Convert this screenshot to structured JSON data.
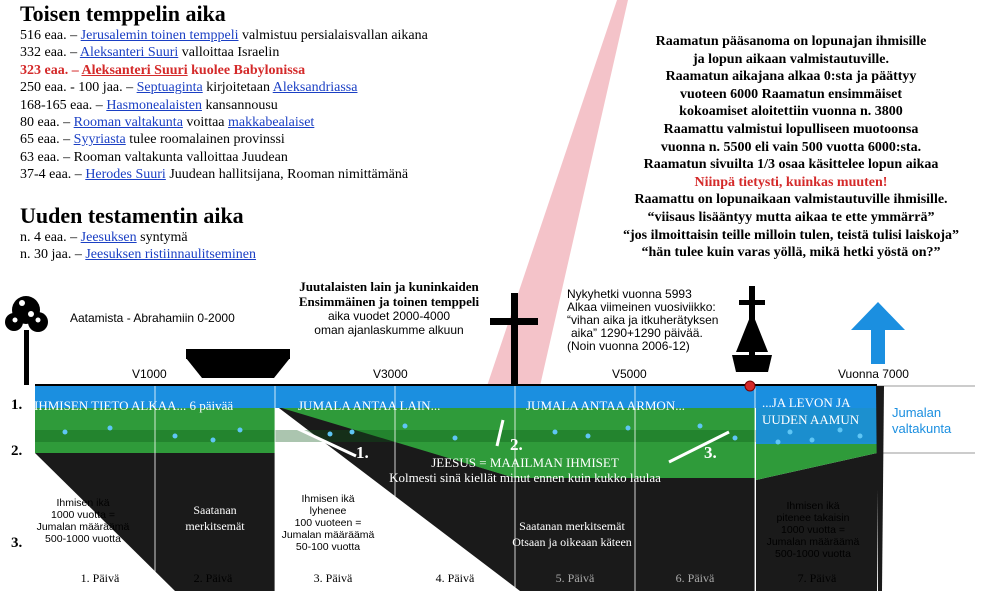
{
  "second_temple": {
    "title": "Toisen temppelin aika",
    "events": [
      {
        "pre": "516 eaa. – ",
        "link": "Jerusalemin toinen temppeli",
        "post": " valmistuu persialaisvallan aikana",
        "highlight": false
      },
      {
        "pre": "332 eaa. – ",
        "link": "Aleksanteri Suuri",
        "post": " valloittaa Israelin",
        "highlight": false
      },
      {
        "pre": "323 eaa. – ",
        "link": "Aleksanteri Suuri",
        "post": " kuolee Babylonissa",
        "highlight": true
      },
      {
        "pre": "250 eaa. - 100 jaa. – ",
        "link": "Septuaginta",
        "post": " kirjoitetaan ",
        "link2": "Aleksandriassa",
        "highlight": false
      },
      {
        "pre": "168-165 eaa. – ",
        "link": "Hasmonealaisten",
        "post": " kansannousu",
        "highlight": false
      },
      {
        "pre": "80 eaa. – ",
        "link": "Rooman valtakunta",
        "post": " voittaa ",
        "link2": "makkabealaiset",
        "highlight": false
      },
      {
        "pre": "65 eaa. – ",
        "link": "Syyriasta",
        "post": " tulee roomalainen provinssi",
        "highlight": false
      },
      {
        "pre": "63 eaa. – Rooman valtakunta valloittaa Juudean",
        "link": "",
        "post": "",
        "highlight": false
      },
      {
        "pre": "37-4 eaa. – ",
        "link": "Herodes Suuri",
        "post": " Juudean hallitsijana, Rooman nimittämänä",
        "highlight": false
      }
    ]
  },
  "new_testament": {
    "title": "Uuden testamentin aika",
    "events": [
      {
        "pre": "n. 4 eaa. – ",
        "link": "Jeesuksen",
        "post": " syntymä"
      },
      {
        "pre": "n. 30 jaa. – ",
        "link": "Jeesuksen ristiinnaulitseminen",
        "post": ""
      }
    ]
  },
  "quote_lines": [
    {
      "text": "Raamatun pääsanoma on lopunajan ihmisille",
      "red": false
    },
    {
      "text": "ja lopun aikaan valmistautuville.",
      "red": false
    },
    {
      "text": "Raamatun aikajana alkaa 0:sta ja päättyy",
      "red": false
    },
    {
      "text": "vuoteen 6000 Raamatun ensimmäiset",
      "red": false
    },
    {
      "text": "kokoamiset aloitettiin vuonna n. 3800",
      "red": false
    },
    {
      "text": "Raamattu valmistui lopulliseen muotoonsa",
      "red": false
    },
    {
      "text": "vuonna n. 5500 eli vain 500 vuotta 6000:sta.",
      "red": false
    },
    {
      "text": "Raamatun sivuilta 1/3 osaa käsittelee lopun aikaa",
      "red": false
    },
    {
      "text": "Niinpä tietysti, kuinkas muuten!",
      "red": true
    },
    {
      "text": "Raamattu on lopunaikaan valmistautuville ihmisille.",
      "red": false
    },
    {
      "text": "“viisaus lisääntyy mutta aikaa te ette ymmärrä”",
      "red": false
    },
    {
      "text": "“jos ilmoittaisin teille milloin tulen, teistä tulisi laiskoja”",
      "red": false
    },
    {
      "text": "“hän tulee kuin varas yöllä, mikä hetki yöstä on?”",
      "red": false
    }
  ],
  "labels": {
    "adam_abraham": "Aatamista - Abrahamiin 0-2000",
    "law_kings_1": "Juutalaisten lain ja kuninkaiden",
    "law_kings_2": "Ensimmäinen ja toinen temppeli",
    "law_kings_3": "aika vuodet 2000-4000",
    "law_kings_4": "oman ajanlaskumme alkuun",
    "now_1": "Nykyhetki vuonna 5993",
    "now_2": "Alkaa viimeinen vuosiviikko:",
    "now_3": "“vihan aika ja itkuherätyksen",
    "now_4": "aika” 1290+1290 päivää.",
    "now_5": "(Noin vuonna 2006-12)",
    "v1000": "V1000",
    "v3000": "V3000",
    "v5000": "V5000",
    "v7000": "Vuonna 7000",
    "row1": "1.",
    "row2": "2.",
    "row3": "3.",
    "band1_a": "IHMISEN TIETO ALKAA... 6 päivää",
    "band1_b": "JUMALA ANTAA LAIN...",
    "band1_c": "JUMALA ANTAA ARMON...",
    "band1_d1": "...JA LEVON JA",
    "band1_d2": "UUDEN AAMUN",
    "kingdom_1": "Jumalan",
    "kingdom_2": "valtakunta",
    "mark1": "1.",
    "mark2": "2.",
    "mark3": "3.",
    "jesus": "JEESUS = MAAILMAN IHMISET",
    "peter": "Kolmesti sinä kiellät minut ennen kuin kukko laulaa",
    "age1_1": "Ihmisen ikä",
    "age1_2": "1000 vuotta =",
    "age1_3": "Jumalan määräämä",
    "age1_4": "500-1000 vuotta",
    "satan1_1": "Saatanan",
    "satan1_2": "merkitsemät",
    "age2_1": "Ihmisen ikä",
    "age2_2": "lyhenee",
    "age2_3": "100 vuoteen =",
    "age2_4": "Jumalan määräämä",
    "age2_5": "50-100 vuotta",
    "satan2_1": "Saatanan merkitsemät",
    "satan2_2": "Otsaan ja oikeaan käteen",
    "age3_1": "Ihmisen ikä",
    "age3_2": "pitenee takaisin",
    "age3_3": "1000 vuotta =",
    "age3_4": "Jumalan määräämä",
    "age3_5": "500-1000 vuotta",
    "days": [
      "1. Päivä",
      "2. Päivä",
      "3. Päivä",
      "4. Päivä",
      "5. Päivä",
      "6. Päivä",
      "7. Päivä"
    ]
  },
  "colors": {
    "band_blue": "#1b8fe0",
    "band_green": "#2f9b3a",
    "dark": "#1a1a1a",
    "pink": "#f2b8bf",
    "red": "#d42a2a",
    "link": "#1a3fc4",
    "kingdom": "#1b8fe0"
  }
}
